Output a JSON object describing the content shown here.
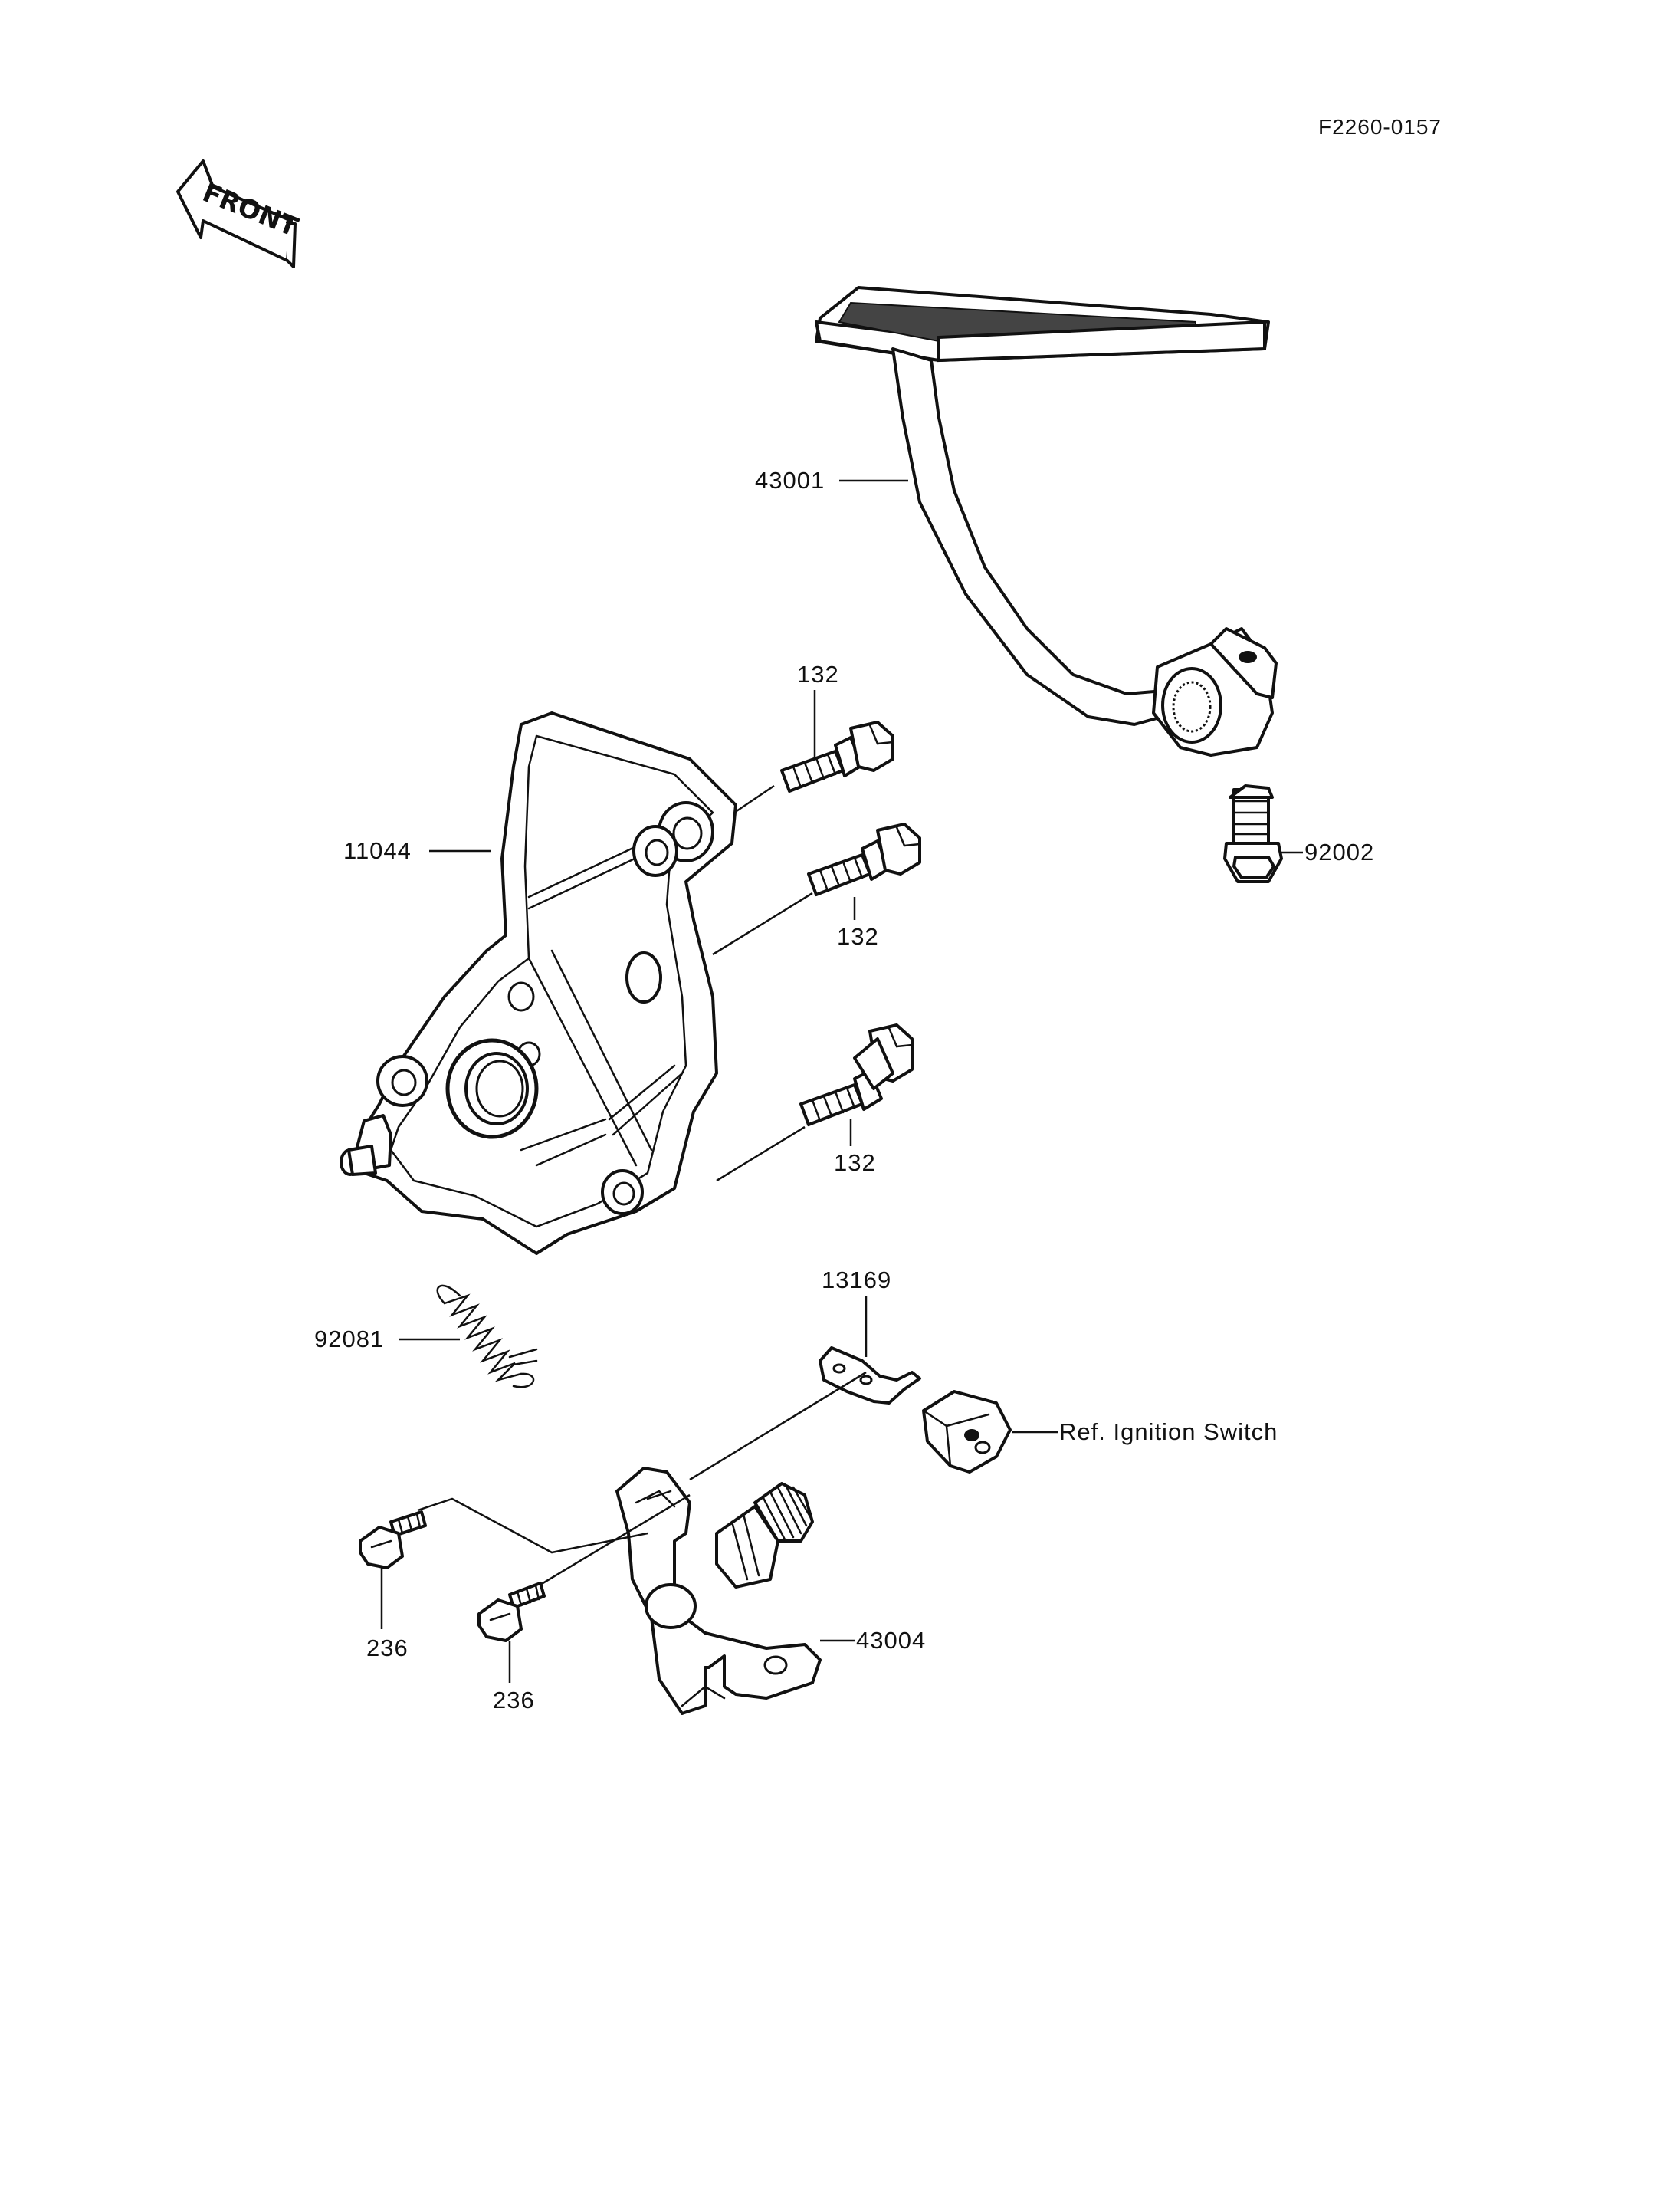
{
  "diagram_code": "F2260-0157",
  "front_arrow": {
    "text": "FRONT",
    "icon": "front-direction-arrow-icon"
  },
  "callouts": [
    {
      "id": "brake-pedal",
      "label": "43001"
    },
    {
      "id": "bracket",
      "label": "11044"
    },
    {
      "id": "bolt-top",
      "label": "132"
    },
    {
      "id": "bolt-mid",
      "label": "132"
    },
    {
      "id": "bolt-low",
      "label": "132"
    },
    {
      "id": "pedal-bolt",
      "label": "92002"
    },
    {
      "id": "spring",
      "label": "92081"
    },
    {
      "id": "switch-plate",
      "label": "13169"
    },
    {
      "id": "ignition-switch",
      "label": "Ref. Ignition Switch"
    },
    {
      "id": "brake-shaft",
      "label": "43004"
    },
    {
      "id": "screw-left",
      "label": "236"
    },
    {
      "id": "screw-right",
      "label": "236"
    }
  ]
}
